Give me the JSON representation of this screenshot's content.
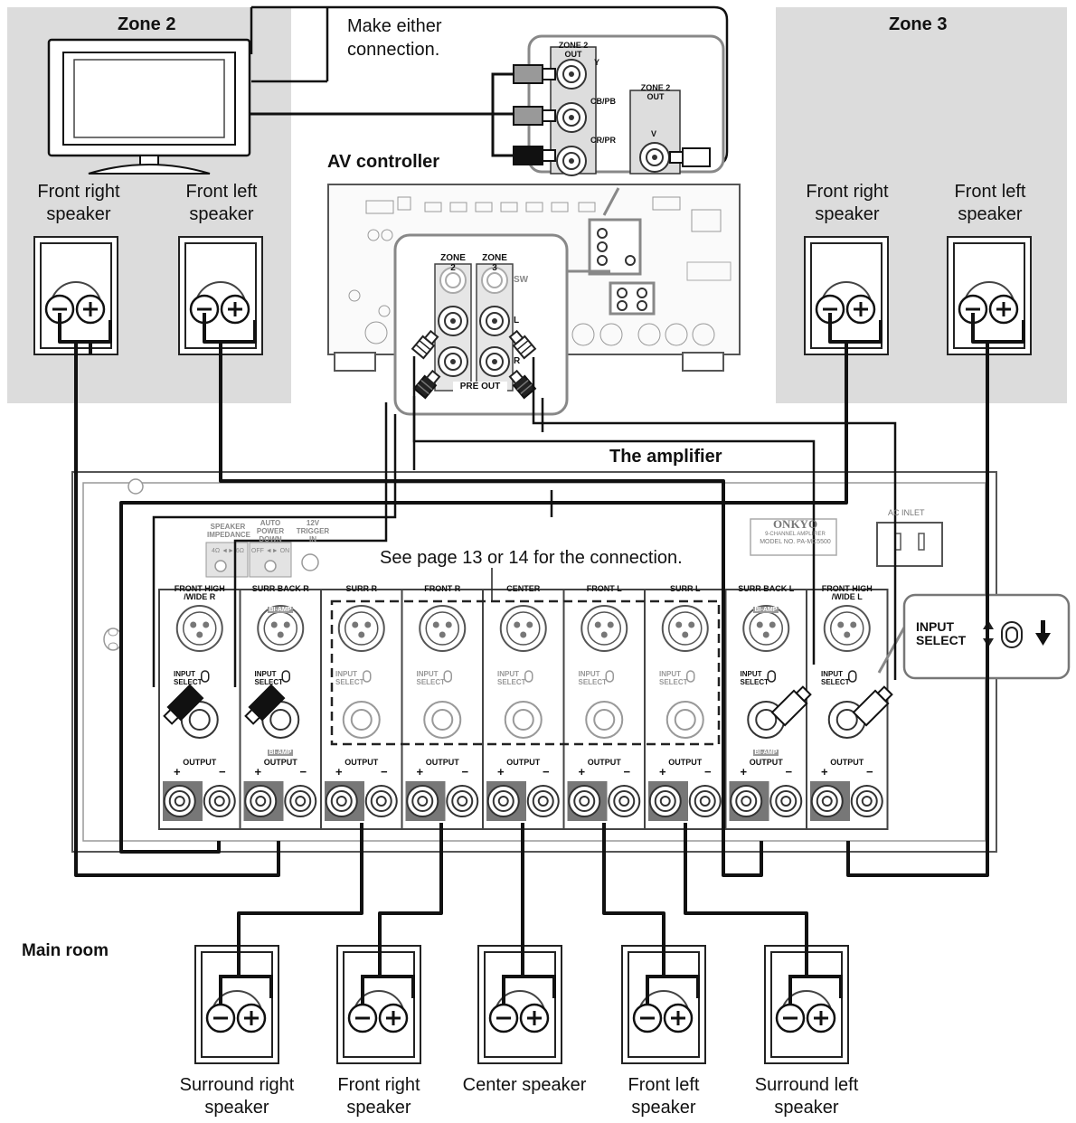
{
  "zones": {
    "zone2": {
      "title": "Zone 2",
      "front_right": [
        "Front right",
        "speaker"
      ],
      "front_left": [
        "Front left",
        "speaker"
      ]
    },
    "zone3": {
      "title": "Zone 3",
      "front_right": [
        "Front right",
        "speaker"
      ],
      "front_left": [
        "Front left",
        "speaker"
      ]
    }
  },
  "note_connection": [
    "Make either",
    "connection."
  ],
  "av_controller_label": "AV controller",
  "amplifier_label": "The amplifier",
  "see_page_note": "See page 13 or 14 for the connection.",
  "main_room_label": "Main room",
  "zone2_out_component": {
    "title": [
      "ZONE 2",
      "OUT"
    ],
    "jacks": [
      "Y",
      "CB/PB",
      "CR/PR"
    ]
  },
  "zone2_out_video": {
    "title": [
      "ZONE 2",
      "OUT"
    ],
    "jack": "V"
  },
  "pre_out": {
    "title": "PRE OUT",
    "columns": [
      "ZONE 2",
      "ZONE 3"
    ],
    "rows": [
      "SW",
      "L",
      "R"
    ]
  },
  "amp_channels": [
    "FRONT HIGH /WIDE R",
    "SURR BACK R",
    "SURR R",
    "FRONT R",
    "CENTER",
    "FRONT L",
    "SURR L",
    "SURR BACK L",
    "FRONT HIGH /WIDE L"
  ],
  "amp_labels": {
    "input_select": [
      "INPUT",
      "SELECT"
    ],
    "output": "OUTPUT",
    "plus": "+",
    "minus": "−",
    "bi_amp": "BI-AMP",
    "speaker_impedance": [
      "SPEAKER",
      "IMPEDANCE"
    ],
    "impedance_values": "4Ω ◄► 6Ω",
    "auto_power_down": [
      "AUTO",
      "POWER",
      "DOWN"
    ],
    "apd_values": "OFF ◄► ON",
    "trigger": [
      "12V",
      "TRIGGER",
      "IN"
    ],
    "brand": "ONKYO",
    "model_line1": "9-CHANNEL AMPLIFIER",
    "model_line2": "MODEL NO. PA-MC5500",
    "ac_inlet": "AC INLET"
  },
  "callout_input_select": [
    "INPUT",
    "SELECT"
  ],
  "main_speakers": [
    {
      "name": [
        "Surround right",
        "speaker"
      ]
    },
    {
      "name": [
        "Front right",
        "speaker"
      ]
    },
    {
      "name": [
        "Center speaker"
      ]
    },
    {
      "name": [
        "Front left",
        "speaker"
      ]
    },
    {
      "name": [
        "Surround left",
        "speaker"
      ]
    }
  ],
  "icons": [
    "tv-icon",
    "speaker-terminal-icon",
    "rca-plug-icon",
    "xlr-jack-icon",
    "binding-post-icon",
    "input-select-switch-icon",
    "down-arrow-icon"
  ],
  "colors": {
    "zone_bg": "#dcdcdc",
    "cable": "#1a1a1a",
    "panel_line": "#555555",
    "panel_fill": "#f4f4f4"
  }
}
